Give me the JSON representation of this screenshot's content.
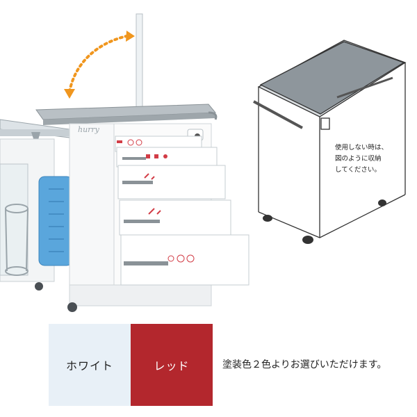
{
  "product_photo": {
    "brand_text": "hurry"
  },
  "storage_note": "使用しない時は、\n図のように収納\nしてください。",
  "color_options": [
    {
      "label": "ホワイト",
      "color": "#e8f0f7"
    },
    {
      "label": "レッド",
      "color": "#b3272d"
    }
  ],
  "caption": "塗装色２色よりお選びいただけます。",
  "colors": {
    "arrow": "#f0961e",
    "accent_red": "#d23c46"
  }
}
